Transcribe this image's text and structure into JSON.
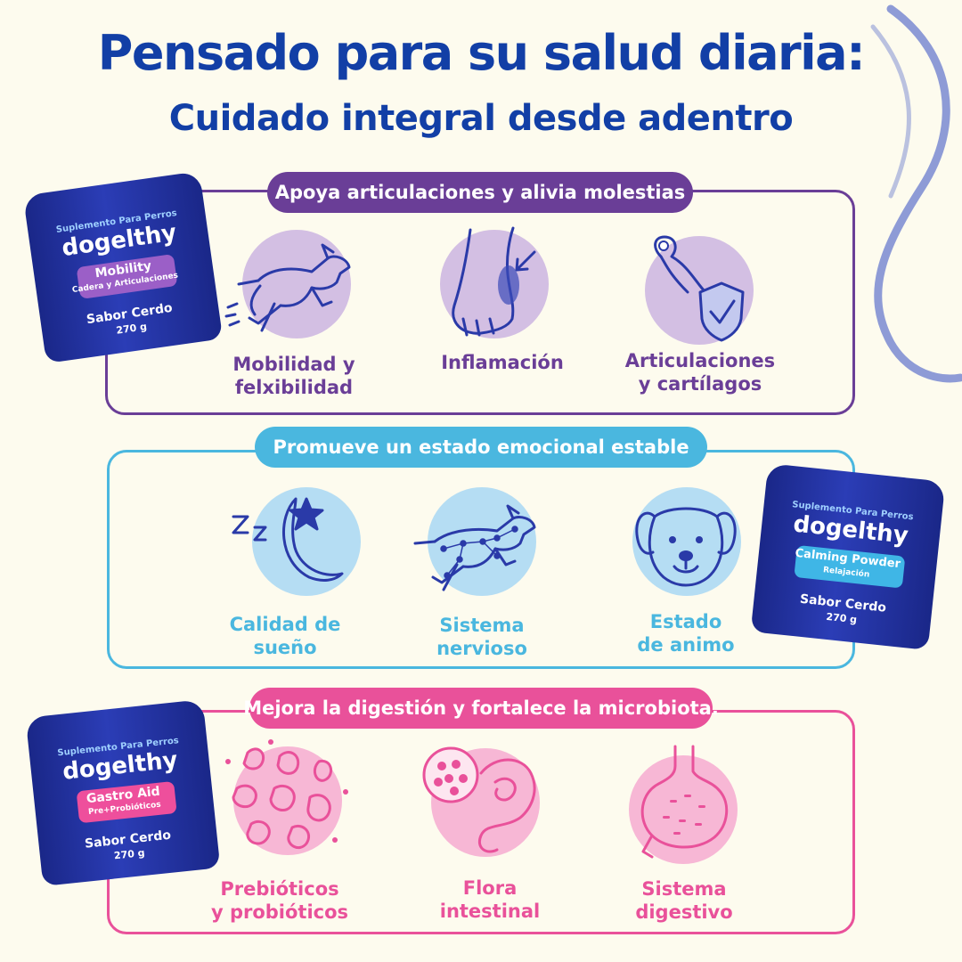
{
  "header": {
    "title": "Pensado para su salud diaria:",
    "subtitle": "Cuidado integral desde adentro"
  },
  "colors": {
    "title": "#123fa6",
    "purple": "#6a3e97",
    "purple_light": "#d3bfe3",
    "cyan": "#4ab7df",
    "cyan_light": "#b5ddf3",
    "pink": "#e9519a",
    "pink_light": "#f7b7d5",
    "jar_blue": "#2234a0"
  },
  "sections": [
    {
      "pill": "Apoya articulaciones y alivia molestias",
      "items": [
        {
          "icon": "running-dog-icon",
          "line1": "Mobilidad y",
          "line2": "felxibilidad"
        },
        {
          "icon": "dog-leg-inflammation-icon",
          "line1": "Inflamación",
          "line2": ""
        },
        {
          "icon": "paw-shield-check-icon",
          "line1": "Articulaciones",
          "line2": "y cartílagos"
        }
      ]
    },
    {
      "pill": "Promueve un estado emocional estable",
      "items": [
        {
          "icon": "moon-sleep-icon",
          "line1": "Calidad de",
          "line2": "sueño"
        },
        {
          "icon": "dog-nervous-system-icon",
          "line1": "Sistema",
          "line2": "nervioso"
        },
        {
          "icon": "dog-face-icon",
          "line1": "Estado",
          "line2": "de animo"
        }
      ]
    },
    {
      "pill": "Mejora la digestión y fortalece la microbiota.",
      "items": [
        {
          "icon": "bacteria-icon",
          "line1": "Prebióticos",
          "line2": "y probióticos"
        },
        {
          "icon": "intestine-icon",
          "line1": "Flora",
          "line2": "intestinal"
        },
        {
          "icon": "stomach-icon",
          "line1": "Sistema",
          "line2": "digestivo"
        }
      ]
    }
  ],
  "products": [
    {
      "top": "Suplemento Para Perros",
      "brand": "dogelthy",
      "name": "Mobility",
      "desc": "Cadera y Articulaciones",
      "flavor": "Sabor Cerdo",
      "weight": "270 g",
      "accent": "#9b5fc7"
    },
    {
      "top": "Suplemento Para Perros",
      "brand": "dogelthy",
      "name": "Calming Powder",
      "desc": "Relajación",
      "flavor": "Sabor Cerdo",
      "weight": "270 g",
      "accent": "#3fb6e6"
    },
    {
      "top": "Suplemento Para Perros",
      "brand": "dogelthy",
      "name": "Gastro Aid",
      "desc": "Pre+Probióticos",
      "flavor": "Sabor Cerdo",
      "weight": "270 g",
      "accent": "#ee4f9c"
    }
  ]
}
